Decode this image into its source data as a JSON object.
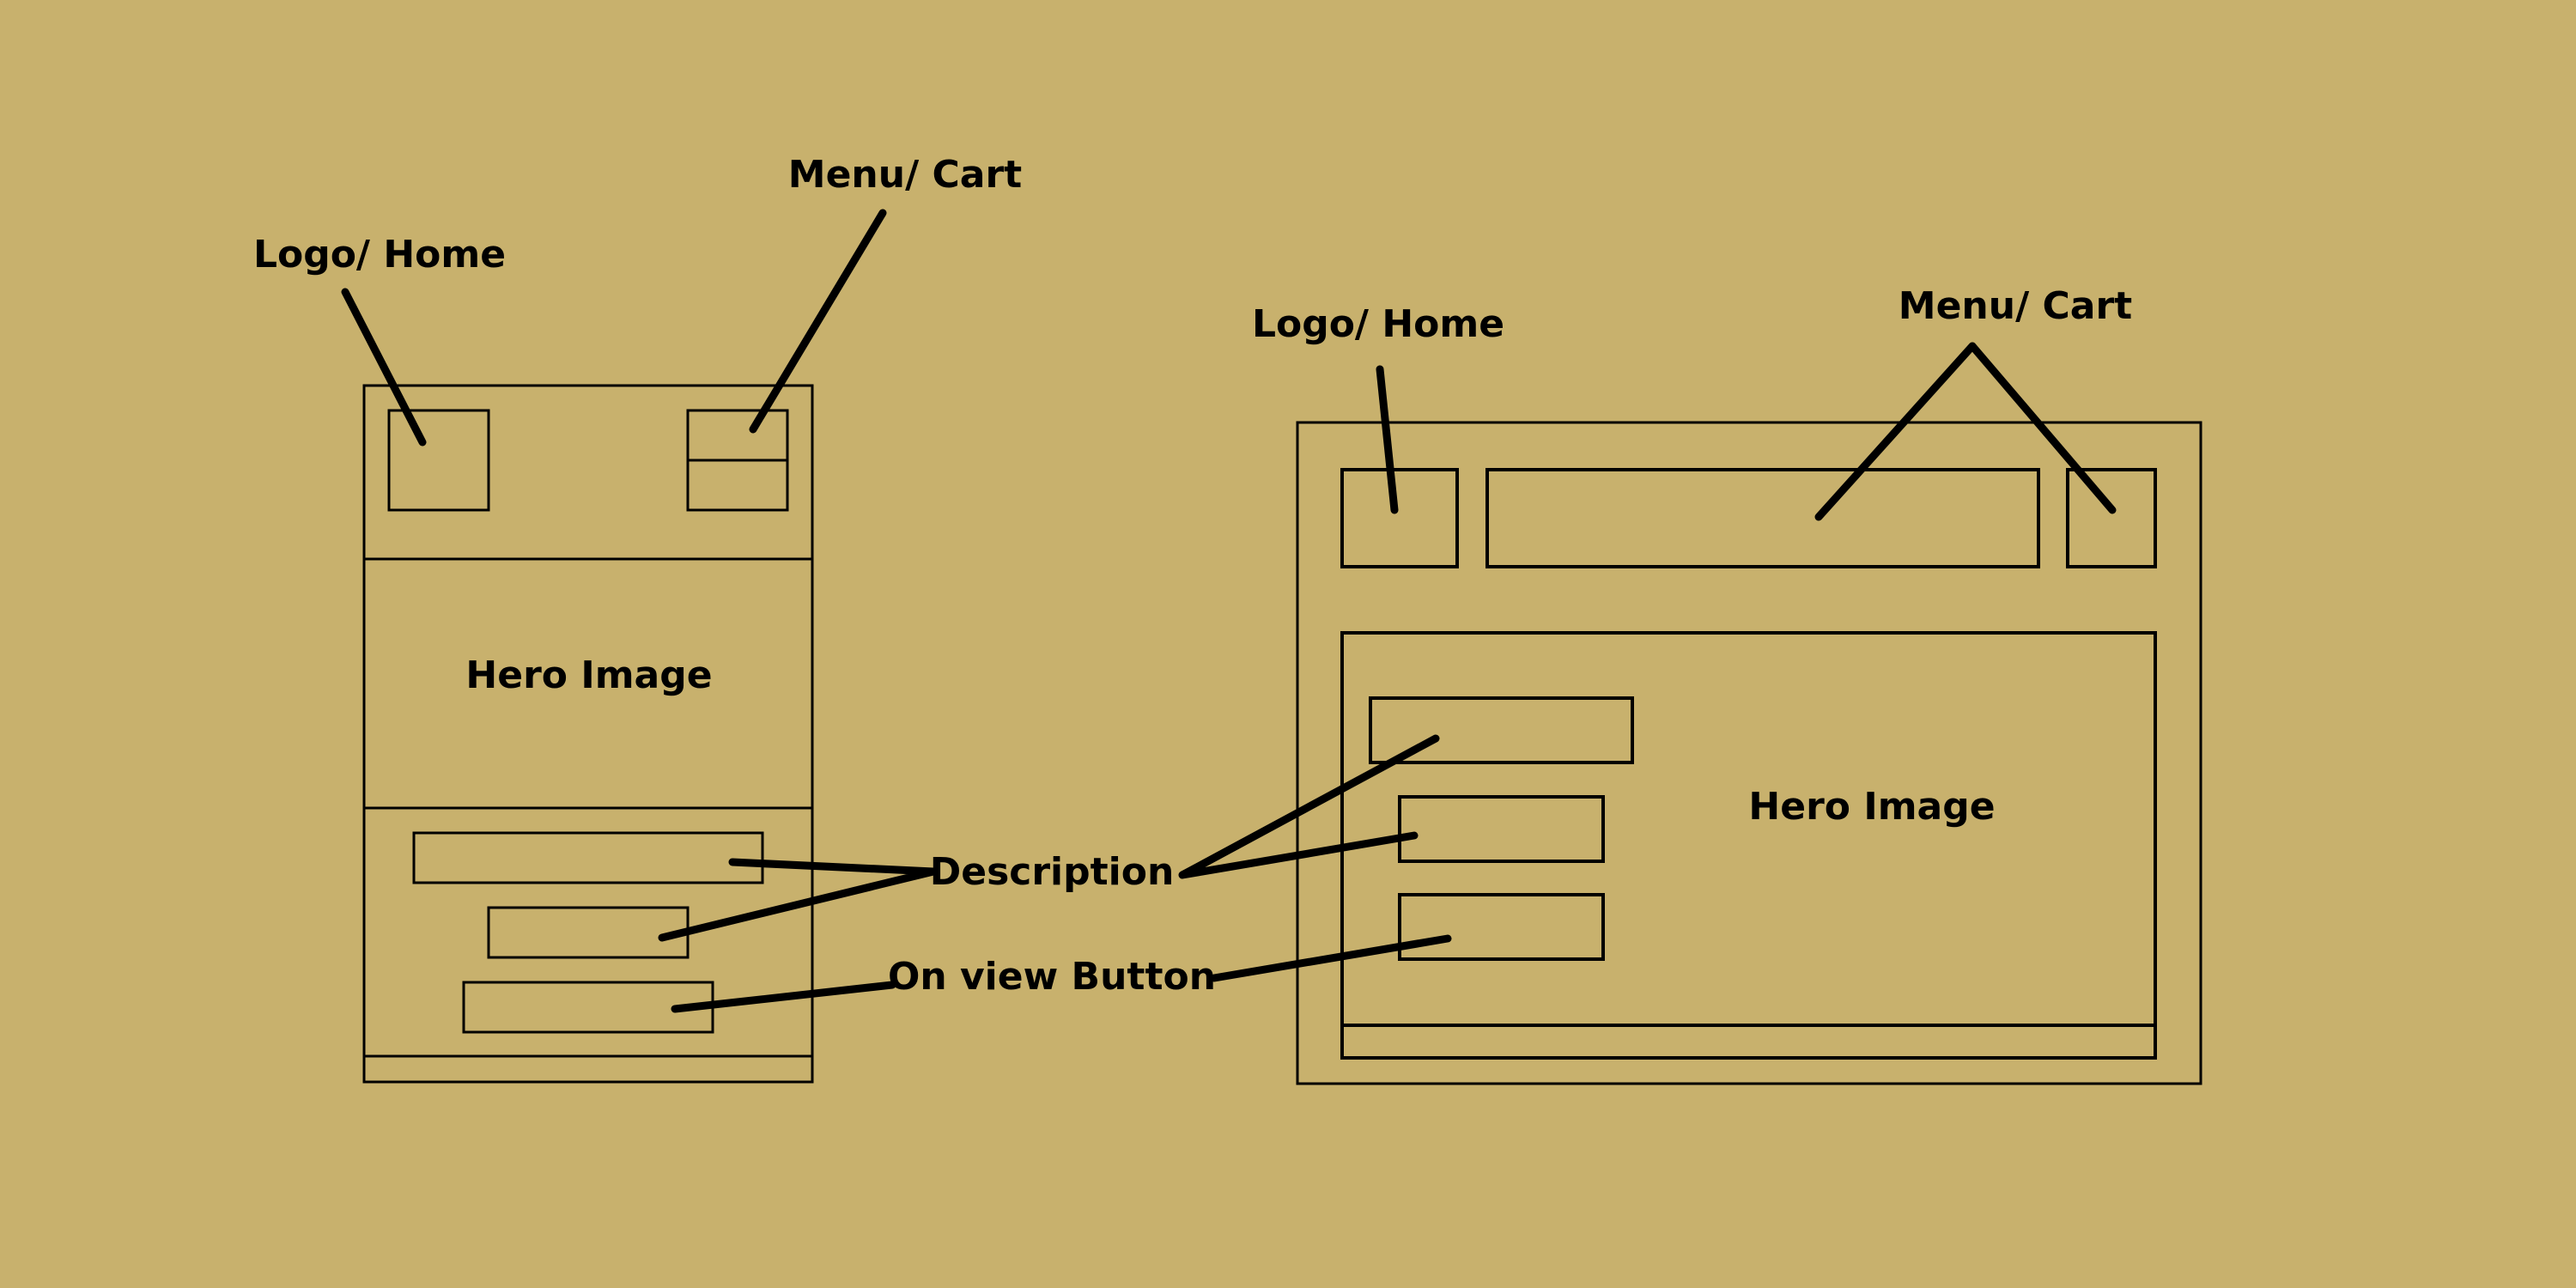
{
  "background_color": "#c8b16d",
  "line_color": "#000000",
  "mobile_wireframe": {
    "logo_label": "Logo/ Home",
    "menu_label": "Menu/ Cart",
    "hero_label": "Hero Image"
  },
  "desktop_wireframe": {
    "logo_label": "Logo/ Home",
    "menu_label": "Menu/ Cart",
    "hero_label": "Hero Image"
  },
  "shared_labels": {
    "description": "Description",
    "button": "On view Button"
  }
}
